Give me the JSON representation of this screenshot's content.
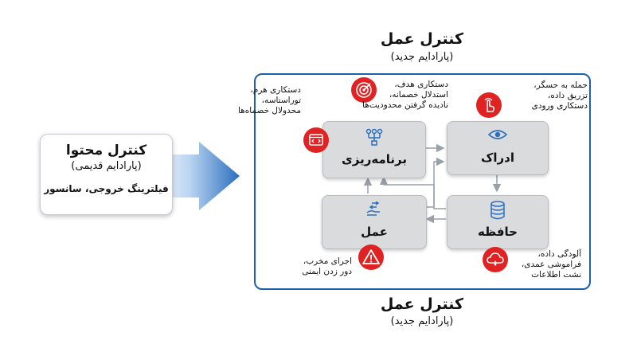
{
  "top": {
    "title": "کنترل عمل",
    "subtitle": "(پارادایم جدید)"
  },
  "bottom": {
    "title": "کنترل عمل",
    "subtitle": "(پارادایم جدید)"
  },
  "old": {
    "title": "کنترل محتوا",
    "subtitle": "(پارادایم قدیمی)",
    "desc": "فیلترینگ خروجی، سانسور"
  },
  "boxes": {
    "planning": "برنامه‌ریزی",
    "perception": "ادراک",
    "action": "عمل",
    "memory": "حافظه"
  },
  "notes": {
    "planning_lines": [
      "دستکاری هرم،",
      "توراستاسه،",
      "محدولال خصماه‌ها"
    ],
    "goal_lines": [
      "دستکاری هدف،",
      "استدلال خصمانه،",
      "نادیده گرفتن محدودیت‌ها"
    ],
    "perception_lines": [
      "حمله به حسگر،",
      "تزریق داده،",
      "دستکاری ورودی"
    ],
    "action_lines": [
      "اجرای مخرب،",
      "دور زدن ایمنی"
    ],
    "memory_lines": [
      "آلودگی داده،",
      "فراموشی عمدی،",
      "نشت اطلاعات"
    ]
  },
  "colors": {
    "frame": "#1d5fa8",
    "red": "#e02222",
    "box": "#dadbdd",
    "arrow_blue": "#2a6fc0"
  },
  "icons": [
    "code-window-icon",
    "target-icon",
    "touch-hand-icon",
    "eye-icon",
    "database-icon",
    "hand-arrows-icon",
    "warning-icon",
    "cloud-drop-icon",
    "flow-chart-icon"
  ]
}
